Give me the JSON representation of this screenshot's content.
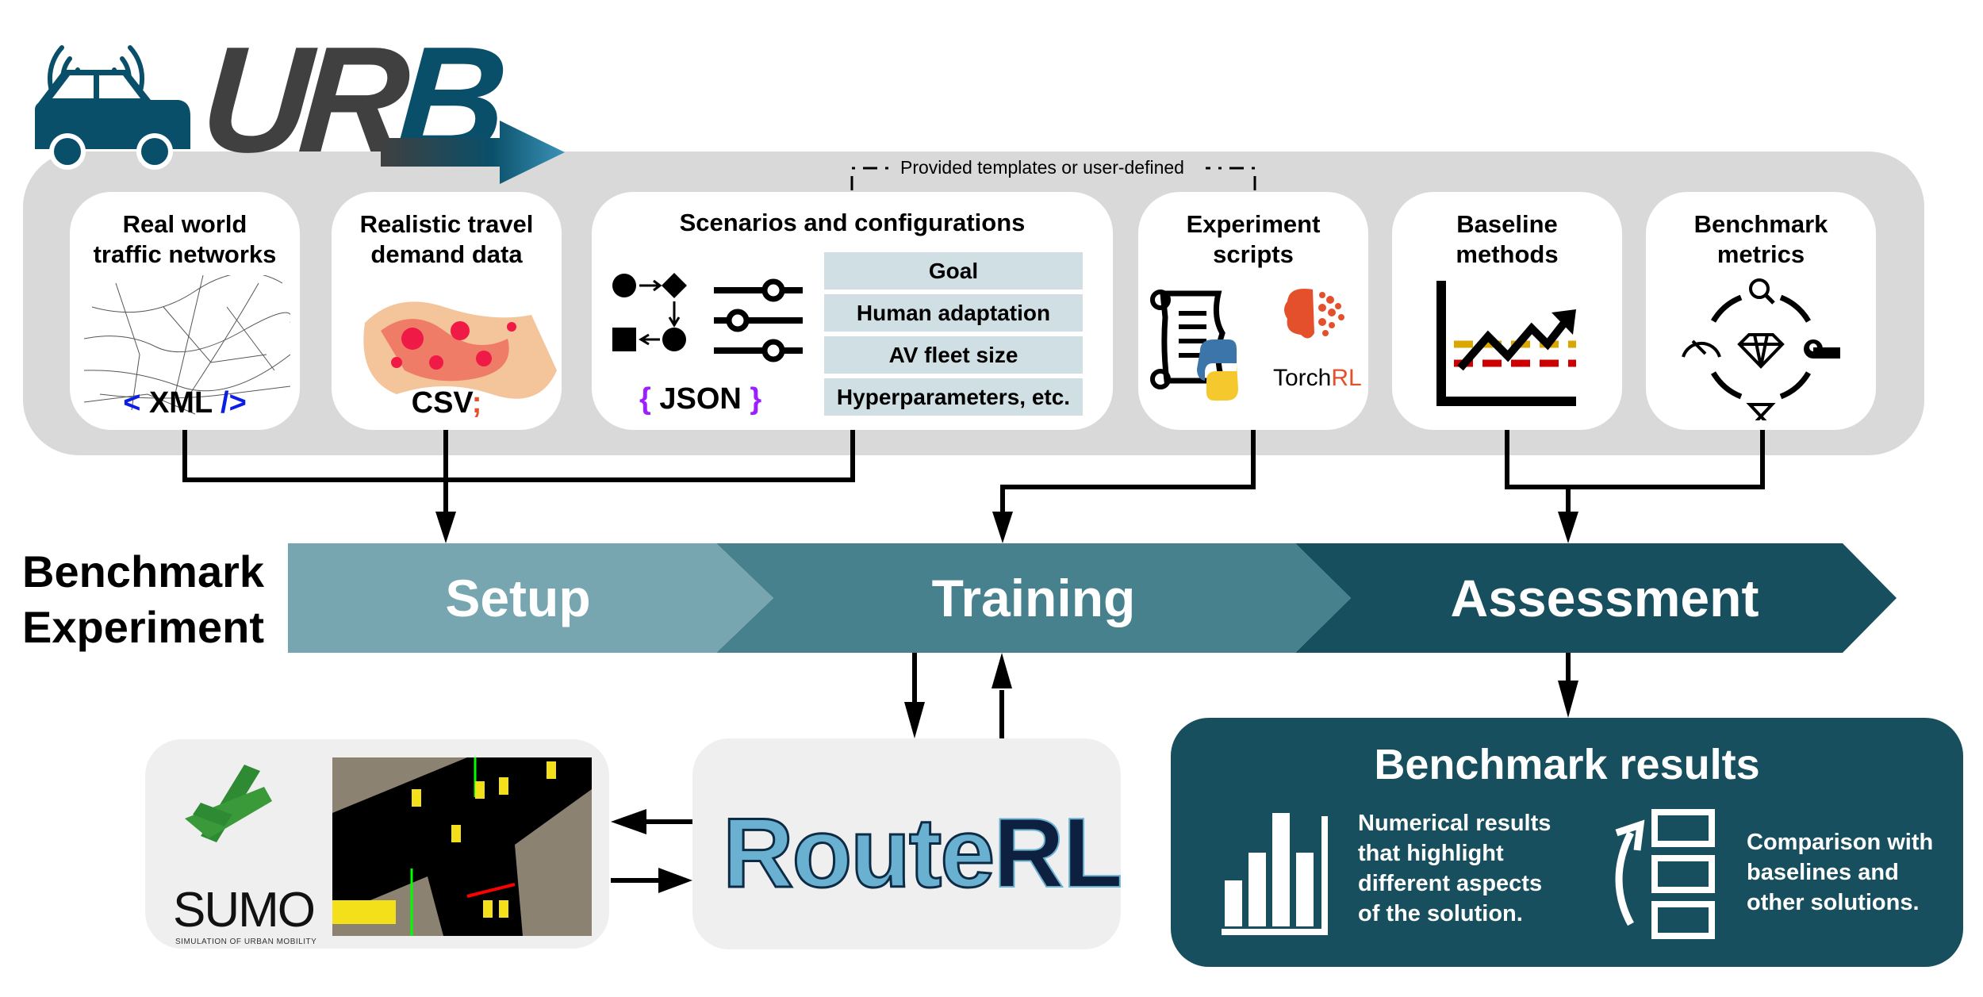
{
  "logo": {
    "text_main": "UR",
    "text_accent": "B"
  },
  "header": {
    "templates_note": "Provided templates or user-defined"
  },
  "cards": [
    {
      "title_line1": "Real world",
      "title_line2": "traffic networks",
      "format_label": "XML",
      "format_prefix": "<",
      "format_suffix": "/>"
    },
    {
      "title_line1": "Realistic travel",
      "title_line2": "demand data",
      "format_label": "CSV",
      "format_suffix": ";"
    },
    {
      "title": "Scenarios and configurations",
      "format_label": "JSON",
      "format_prefix": "{",
      "format_suffix": "}",
      "config_items": [
        "Goal",
        "Human adaptation",
        "AV fleet size",
        "Hyperparameters, etc."
      ]
    },
    {
      "title_line1": "Experiment",
      "title_line2": "scripts",
      "torchrl_a": "Torch",
      "torchrl_b": "RL"
    },
    {
      "title_line1": "Baseline",
      "title_line2": "methods"
    },
    {
      "title_line1": "Benchmark",
      "title_line2": "metrics"
    }
  ],
  "pipeline": {
    "label_line1": "Benchmark",
    "label_line2": "Experiment",
    "stages": [
      {
        "label": "Setup",
        "color": "#77a5b0"
      },
      {
        "label": "Training",
        "color": "#47818d"
      },
      {
        "label": "Assessment",
        "color": "#174f5e"
      }
    ]
  },
  "simulator": {
    "name": "SUMO",
    "subtitle": "SIMULATION OF URBAN MOBILITY"
  },
  "framework": {
    "name_part1": "Route",
    "name_part2": "RL"
  },
  "results": {
    "title": "Benchmark results",
    "item1": [
      "Numerical results",
      "that highlight",
      "different aspects",
      "of the solution."
    ],
    "item2": [
      "Comparison with",
      "baselines and",
      "other solutions."
    ]
  },
  "colors": {
    "brand_dark": "#0a4f69",
    "panel_grey": "#d9d9d9",
    "results_bg": "#174f5e",
    "xml_blue": "#0b1ee6",
    "json_purple": "#9b1fff",
    "torch_orange": "#e4502c"
  }
}
